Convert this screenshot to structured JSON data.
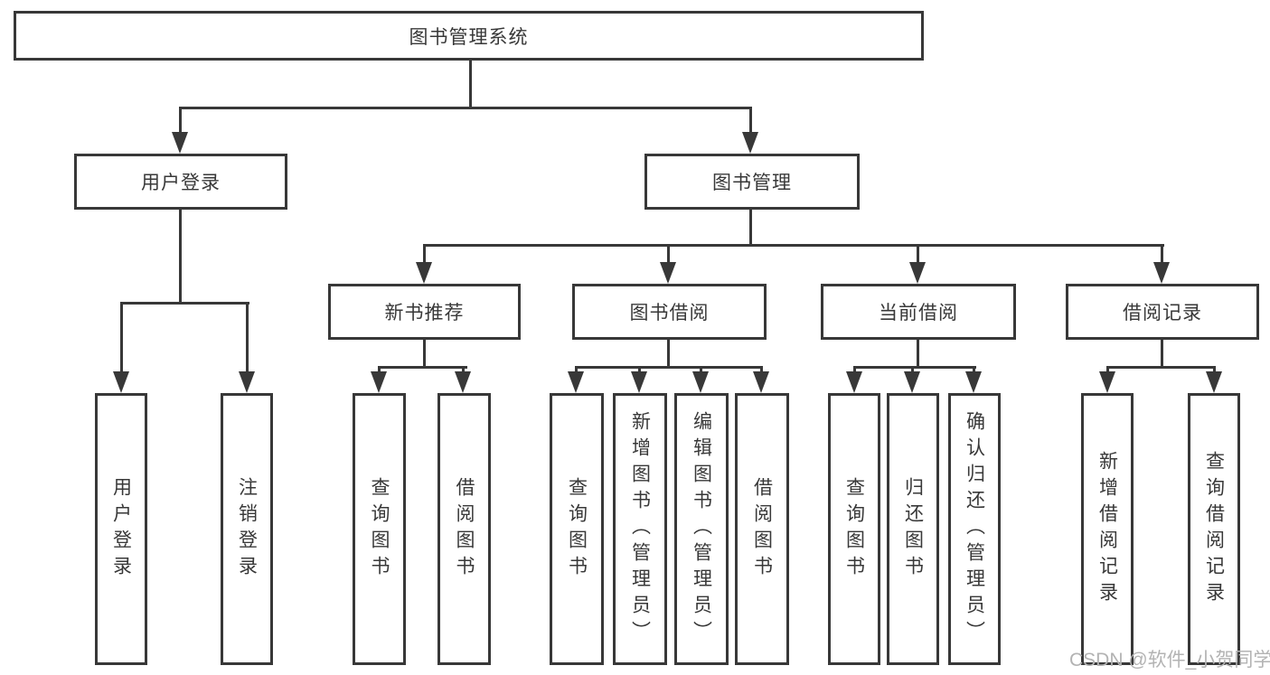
{
  "diagram": {
    "root": "图书管理系统",
    "branches": {
      "user_login": "用户登录",
      "book_mgmt": "图书管理"
    },
    "user_login_leaves": [
      "用户登录",
      "注销登录"
    ],
    "sections": [
      "新书推荐",
      "图书借阅",
      "当前借阅",
      "借阅记录"
    ],
    "new_book_leaves": [
      "查询图书",
      "借阅图书"
    ],
    "book_borrow_leaves": [
      "查询图书",
      "新增图书（管理员）",
      "编辑图书（管理员）",
      "借阅图书"
    ],
    "current_borrow_leaves": [
      "查询图书",
      "归还图书",
      "确认归还（管理员）"
    ],
    "borrow_record_leaves": [
      "新增借阅记录",
      "查询借阅记录"
    ]
  },
  "watermark": "CSDN @软件_小贺同学",
  "colors": {
    "line": "#383838",
    "watermark": "#b3b3b3",
    "background": "#ffffff"
  }
}
